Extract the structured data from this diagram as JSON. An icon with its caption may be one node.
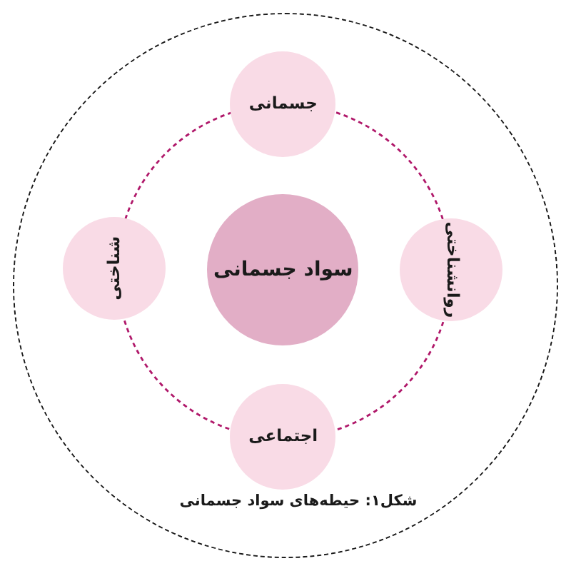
{
  "diagram": {
    "caption": "شکل۱: حیطه‌های سواد جسمانی",
    "nodes": [
      {
        "text": [],
        "shape": "circle"
      },
      {
        "text": [
          "جسمانی"
        ],
        "in": 0
      },
      {
        "text": [
          "شناختی"
        ],
        "in": 0
      },
      {
        "text": [
          "سواد جسمانی"
        ],
        "in": 0
      },
      {
        "text": [
          "روانشناختی"
        ],
        "in": 0
      },
      {
        "text": [
          "اجتماعی"
        ],
        "in": 0
      }
    ],
    "edges": [
      {
        "from": 1,
        "to": 2,
        "arrow": "none",
        "style": "dashed"
      },
      {
        "from": 1,
        "to": 4,
        "arrow": "none",
        "style": "dashed"
      },
      {
        "from": 2,
        "to": 5,
        "arrow": "none",
        "style": "dashed"
      },
      {
        "from": 4,
        "to": 5,
        "arrow": "none",
        "style": "dashed"
      }
    ]
  }
}
